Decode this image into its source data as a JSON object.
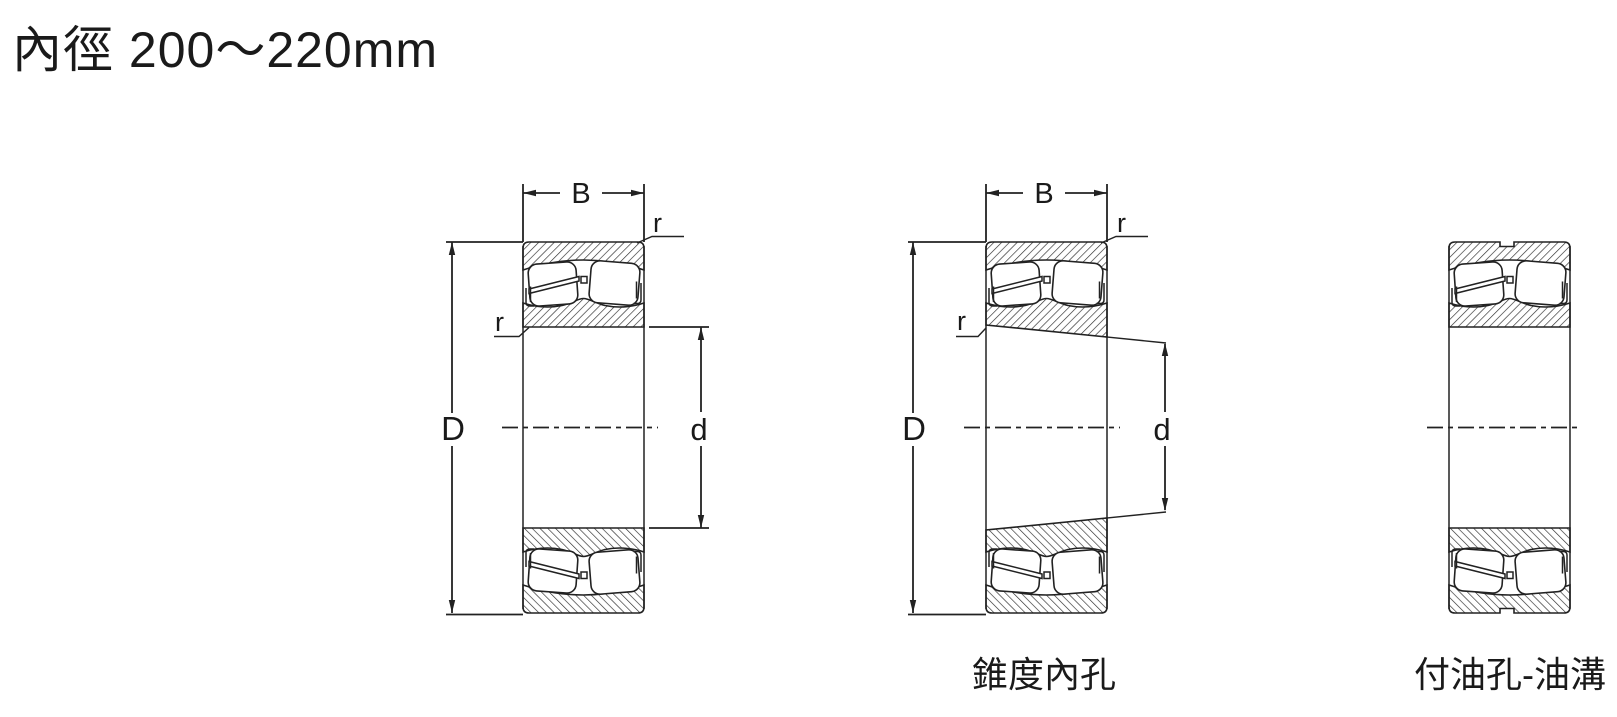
{
  "title": "內徑 200～220mm",
  "diagram": {
    "dimension_labels": {
      "width": "B",
      "outer_diameter": "D",
      "bore": "d",
      "chamfer": "r"
    },
    "bearings": [
      {
        "name": "standard-bore",
        "caption": ""
      },
      {
        "name": "tapered-bore",
        "caption": "錐度內孔"
      },
      {
        "name": "oil-hole-groove",
        "caption": "付油孔-油溝"
      }
    ]
  }
}
